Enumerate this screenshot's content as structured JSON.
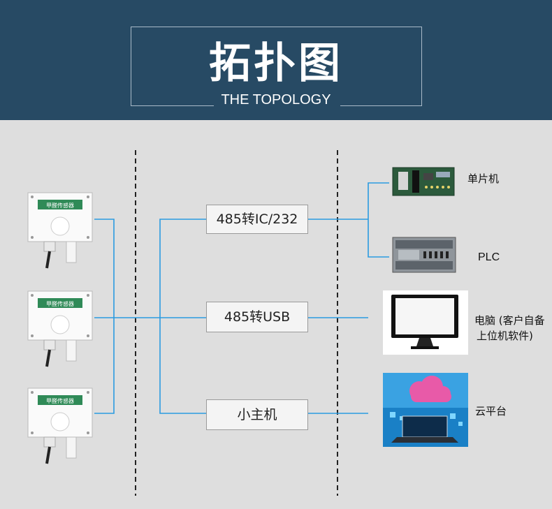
{
  "header": {
    "title": "拓扑图",
    "subtitle": "THE TOPOLOGY"
  },
  "sensors": [
    {
      "label": "甲醛传感器"
    },
    {
      "label": "甲醛传感器"
    },
    {
      "label": "甲醛传感器"
    }
  ],
  "converters": [
    {
      "label": "485转IC/232"
    },
    {
      "label": "485转USB"
    },
    {
      "label": "小主机"
    }
  ],
  "devices": [
    {
      "label": "单片机"
    },
    {
      "label": "PLC"
    },
    {
      "label_line1": "电脑 (客户自备",
      "label_line2": "上位机软件)"
    },
    {
      "label": "云平台"
    }
  ],
  "colors": {
    "header_bg": "#274a64",
    "line": "#2a9be0",
    "sensor_label_bg": "#2f8a57"
  }
}
